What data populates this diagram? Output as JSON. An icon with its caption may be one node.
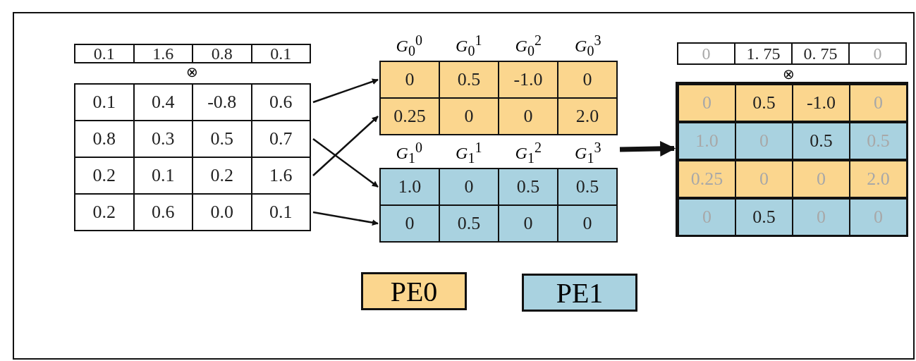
{
  "diagram": {
    "nodes": [
      {
        "text": [
          "0.1",
          "1.6",
          "0.8",
          "0.1"
        ]
      },
      {
        "text": [
          "0.1",
          "0.4",
          "-0.8",
          "0.6"
        ]
      },
      {
        "text": [
          "0.8",
          "0.3",
          "0.5",
          "0.7"
        ]
      },
      {
        "text": [
          "0.2",
          "0.1",
          "0.2",
          "1.6"
        ]
      },
      {
        "text": [
          "0.2",
          "0.6",
          "0.0",
          "0.1"
        ]
      },
      {
        "text": [
          "*G*$_{0}$$^{0}$",
          "*G*$_{0}$$^{1}$",
          "*G*$_{0}$$^{2}$",
          "*G*$_{0}$$^{3}$"
        ]
      },
      {
        "text": [
          "0",
          "0.5",
          "-1.0",
          "0"
        ],
        "in": 5
      },
      {
        "text": [
          "0.25",
          "0",
          "0",
          "2.0"
        ],
        "in": 5
      },
      {
        "text": [
          "*G*$_{1}$$^{0}$",
          "*G*$_{1}$$^{1}$",
          "*G*$_{1}$$^{2}$",
          "*G*$_{1}$$^{3}$"
        ]
      },
      {
        "text": [
          "1.0",
          "0",
          "0.5",
          "0.5"
        ],
        "in": 8
      },
      {
        "text": [
          "0",
          "0.5",
          "0",
          "0"
        ],
        "in": 8
      },
      {
        "text": [
          "0",
          "1. 75",
          "0. 75",
          "0"
        ]
      },
      {
        "text": [],
        "shape": "box"
      },
      {
        "text": [
          "0",
          "0.5",
          "-1.0",
          "0"
        ],
        "in": 12
      },
      {
        "text": [
          "1.0",
          "0",
          "0.5",
          "0.5"
        ],
        "in": 12
      },
      {
        "text": [
          "0.25",
          "0",
          "0",
          "2.0"
        ],
        "in": 12
      },
      {
        "text": [
          "0",
          "0.5",
          "0",
          "0"
        ],
        "in": 12
      }
    ],
    "edges": [
      {
        "from": 1,
        "to": 6,
        "arrow": "to"
      },
      {
        "from": 2,
        "to": 9,
        "arrow": "to"
      },
      {
        "from": 3,
        "to": 7,
        "arrow": "to"
      },
      {
        "from": 4,
        "to": 10,
        "arrow": "to"
      },
      {
        "from": 8,
        "to": 12,
        "arrow": "to",
        "style": "thick"
      }
    ],
    "labels": [
      "⊗",
      "⊗"
    ],
    "legend": [
      {
        "text": "PE0",
        "color": "#fbd68e"
      },
      {
        "text": "PE1",
        "color": "#a9d2e0"
      }
    ]
  }
}
